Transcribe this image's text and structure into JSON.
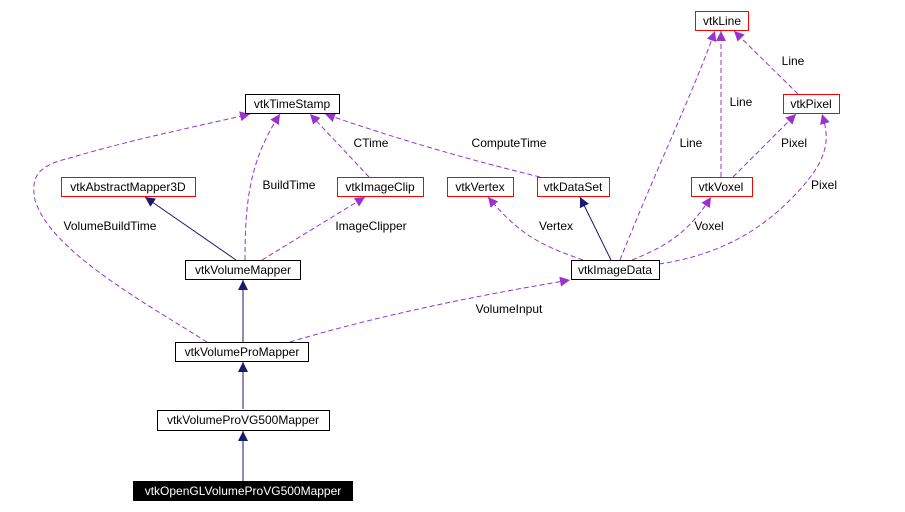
{
  "nodes": {
    "line": "vtkLine",
    "pixel": "vtkPixel",
    "timestamp": "vtkTimeStamp",
    "abstractmapper3d": "vtkAbstractMapper3D",
    "imageclip": "vtkImageClip",
    "vertex": "vtkVertex",
    "dataset": "vtkDataSet",
    "voxel": "vtkVoxel",
    "volumemapper": "vtkVolumeMapper",
    "imagedata": "vtkImageData",
    "volumepromapper": "vtkVolumeProMapper",
    "vg500mapper": "vtkVolumeProVG500Mapper",
    "openglmapper": "vtkOpenGLVolumeProVG500Mapper"
  },
  "edge_labels": {
    "pixel_line": "Line",
    "voxel_line": "Line",
    "imagedata_line": "Line",
    "voxel_pixel": "Pixel",
    "imagedata_pixel": "Pixel",
    "computetime": "ComputeTime",
    "ctime": "CTime",
    "buildtime": "BuildTime",
    "volumebuildtime": "VolumeBuildTime",
    "imageclipper": "ImageClipper",
    "vertex": "Vertex",
    "voxel": "Voxel",
    "volumeinput": "VolumeInput"
  },
  "colors": {
    "usage_edge": "#9a32cd",
    "inheritance_edge": "#191970",
    "undocumented_border": "#ff0000",
    "documented_border": "#000000"
  }
}
